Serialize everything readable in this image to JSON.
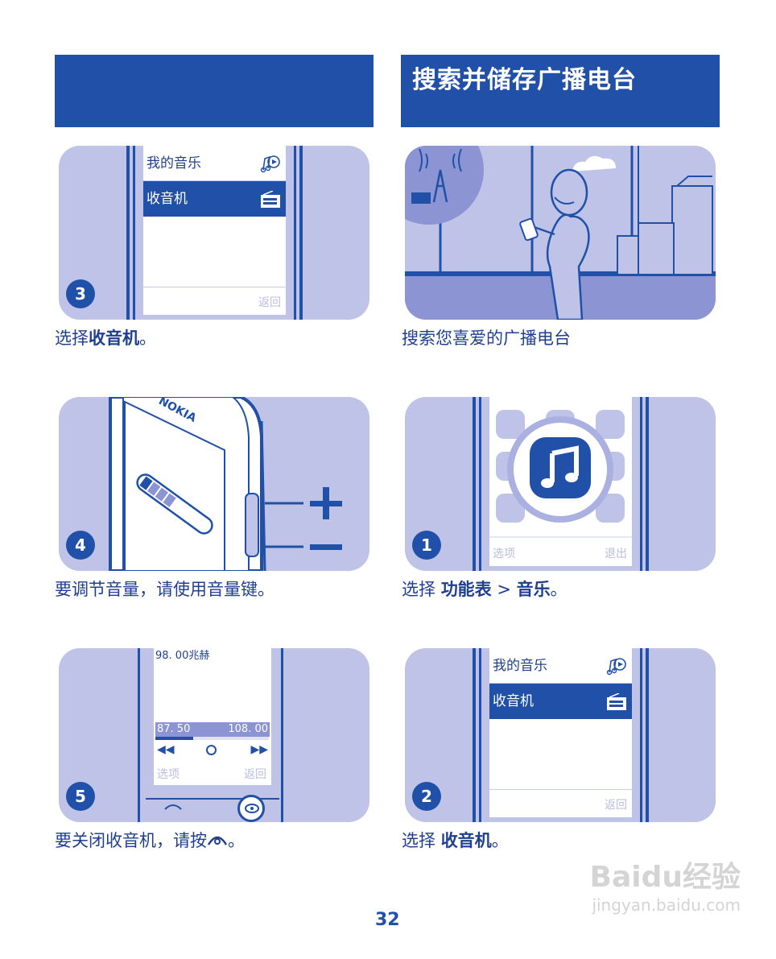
{
  "header": {
    "right_title": "搜索并储存广播电台"
  },
  "panels": {
    "p3": {
      "step": "3",
      "menu": [
        "我的音乐",
        "收音机"
      ],
      "back": "返回",
      "caption_pre": "选择",
      "caption_bold": "收音机",
      "caption_post": "。"
    },
    "intro": {
      "caption": "搜索您喜爱的广播电台"
    },
    "p4": {
      "step": "4",
      "brand": "NOKIA",
      "caption": "要调节音量，请使用音量键。"
    },
    "p1": {
      "step": "1",
      "options": "选项",
      "exit": "退出",
      "caption_pre": "选择 ",
      "caption_b1": "功能表",
      "caption_mid": " > ",
      "caption_b2": "音乐",
      "caption_post": "。"
    },
    "p5": {
      "step": "5",
      "freq": "98. 00兆赫",
      "range_min": "87. 50",
      "range_max": "108. 00",
      "tuner_level": 0.33,
      "options": "选项",
      "back": "返回",
      "caption": "要关闭收音机，请按",
      "caption_post": "。"
    },
    "p2": {
      "step": "2",
      "menu": [
        "我的音乐",
        "收音机"
      ],
      "back": "返回",
      "caption_pre": "选择 ",
      "caption_bold": "收音机",
      "caption_post": "。"
    }
  },
  "page_number": "32",
  "watermark": {
    "brand": "Baidu经验",
    "url": "jingyan.baidu.com"
  },
  "colors": {
    "primary": "#2050a8",
    "panel": "#bfc3e8",
    "text": "#1f3f8f"
  }
}
